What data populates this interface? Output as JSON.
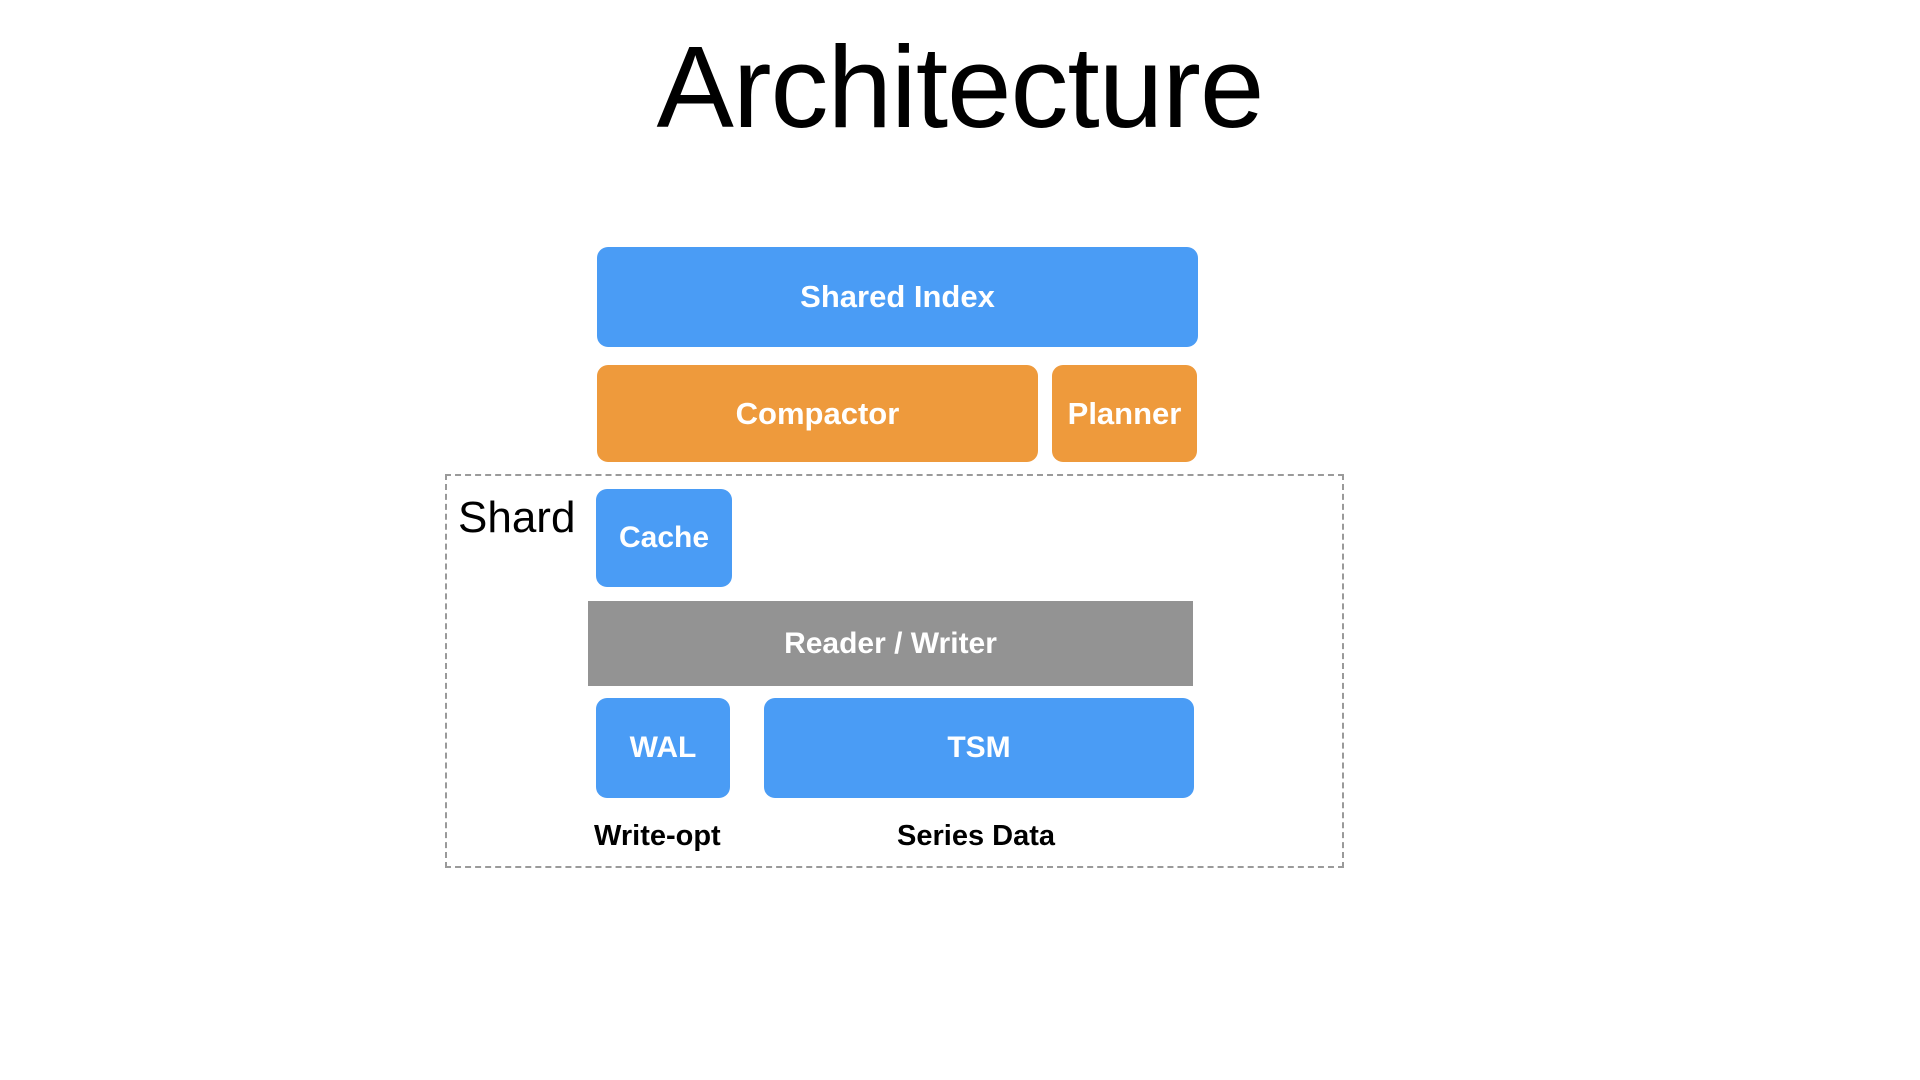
{
  "slide": {
    "title": "Architecture",
    "background_color": "#ffffff"
  },
  "palette": {
    "blue": "#4a9cf5",
    "orange": "#ee9a3c",
    "gray": "#939393",
    "dashed_border": "#9a9a9a",
    "text_on_fill": "#ffffff",
    "text_dark": "#000000"
  },
  "diagram": {
    "top_layer": {
      "shared_index": {
        "label": "Shared Index",
        "color": "#4a9cf5"
      }
    },
    "compaction_layer": {
      "compactor": {
        "label": "Compactor",
        "color": "#ee9a3c"
      },
      "planner": {
        "label": "Planner",
        "color": "#ee9a3c"
      }
    },
    "shard": {
      "label": "Shard",
      "border_style": "dashed",
      "nodes": {
        "cache": {
          "label": "Cache",
          "color": "#4a9cf5"
        },
        "reader_writer": {
          "label": "Reader / Writer",
          "color": "#939393"
        },
        "wal": {
          "label": "WAL",
          "color": "#4a9cf5",
          "caption": "Write-opt"
        },
        "tsm": {
          "label": "TSM",
          "color": "#4a9cf5",
          "caption": "Series Data"
        }
      }
    }
  }
}
